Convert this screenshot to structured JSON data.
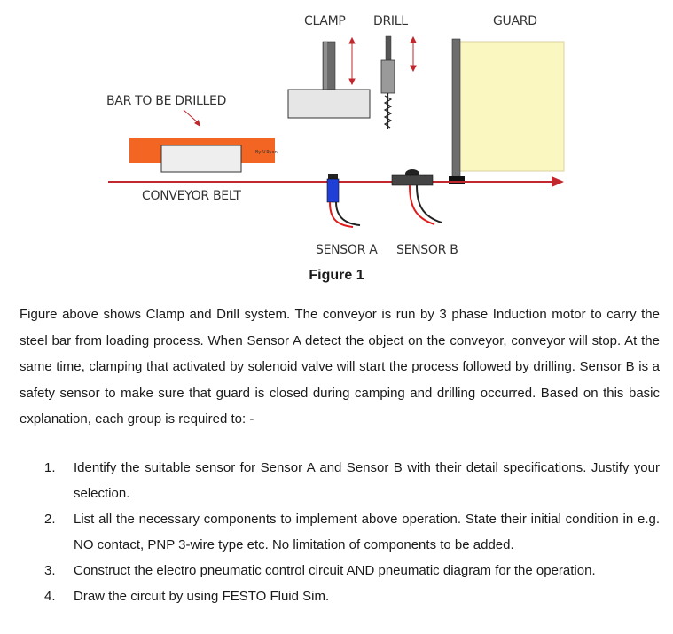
{
  "figure": {
    "labels": {
      "clamp": "CLAMP",
      "drill": "DRILL",
      "guard": "GUARD",
      "bar": "BAR TO BE DRILLED",
      "conveyor": "CONVEYOR BELT",
      "sensor_a": "SENSOR A",
      "sensor_b": "SENSOR B",
      "watermark": "By V.Ryan"
    },
    "colors": {
      "bar": "#f26522",
      "conveyor": "#c1272d",
      "guard_fill": "#fbf7c0",
      "sensor_a": "#1f3fd6",
      "wire_red": "#e01b1b"
    }
  },
  "caption": "Figure 1",
  "paragraph": "Figure above shows Clamp and Drill system. The conveyor is run by 3 phase Induction motor to carry the steel bar from loading process. When Sensor A detect the object on the conveyor, conveyor will stop. At the same time, clamping that activated by solenoid valve will start the process followed by drilling. Sensor B is a safety sensor to make sure that guard is closed during camping and drilling occurred.  Based on this basic explanation, each group is required to: -",
  "tasks": [
    {
      "num": "1.",
      "text": "Identify the suitable sensor for Sensor A and Sensor B with their detail specifications. Justify your selection."
    },
    {
      "num": "2.",
      "text": "List all the necessary components to implement above operation. State their initial condition in e.g. NO contact, PNP 3-wire type etc. No limitation of components to be added."
    },
    {
      "num": "3.",
      "text": "Construct the electro pneumatic control circuit AND pneumatic diagram for the operation."
    },
    {
      "num": "4.",
      "text": "Draw the circuit by using FESTO Fluid Sim."
    }
  ]
}
